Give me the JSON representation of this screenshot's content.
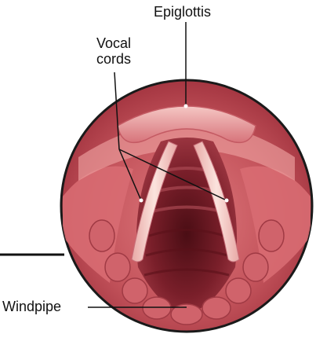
{
  "labels": {
    "epiglottis": "Epiglottis",
    "vocal_cords_line1": "Vocal",
    "vocal_cords_line2": "cords",
    "windpipe": "Windpipe"
  },
  "colors": {
    "outline": "#1a1a1a",
    "tissue_dark": "#7a1f2a",
    "tissue_mid": "#c0505c",
    "tissue_light": "#f2b6b4",
    "cord": "#f5dcd6",
    "leader_line": "#111111"
  }
}
